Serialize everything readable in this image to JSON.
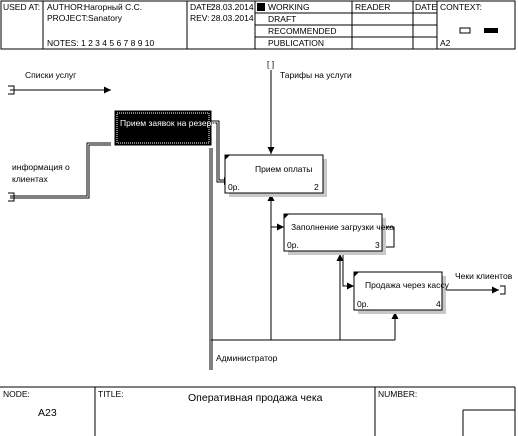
{
  "header": {
    "used_at": "USED AT:",
    "author_label": "AUTHOR:",
    "author": "Нагорный С.С.",
    "project_label": "PROJECT:",
    "project": "Sanatory",
    "date_label": "DATE:",
    "date": "28.03.2014",
    "rev_label": "REV:",
    "rev": "28.03.2014",
    "notes": "NOTES:  1  2  3  4  5  6  7  8  9  10",
    "status": [
      "WORKING",
      "DRAFT",
      "RECOMMENDED",
      "PUBLICATION"
    ],
    "reader": "READER",
    "date_col": "DATE",
    "context": "CONTEXT:",
    "context_node": "A2"
  },
  "footer": {
    "node_label": "NODE:",
    "node": "A23",
    "title_label": "TITLE:",
    "title": "Оперативная продажа чека",
    "number_label": "NUMBER:"
  },
  "diagram": {
    "boxes": [
      {
        "label": "Прием заявок на резерв",
        "cost": "",
        "num": "",
        "selected": true
      },
      {
        "label": "Прием оплаты",
        "cost": "0р.",
        "num": "2",
        "selected": false
      },
      {
        "label": "Заполнение загрузки чека",
        "cost": "0р.",
        "num": "3",
        "selected": false
      },
      {
        "label": "Продажа через кассу",
        "cost": "0р.",
        "num": "4",
        "selected": false
      }
    ],
    "arrows": {
      "services_list": "Списки услуг",
      "client_info_1": "информация о",
      "client_info_2": "клиентах",
      "tariffs": "Тарифы на услуги",
      "tunnel": "[ ]",
      "receipts": "Чеки клиентов",
      "admin": "Администратор"
    }
  }
}
